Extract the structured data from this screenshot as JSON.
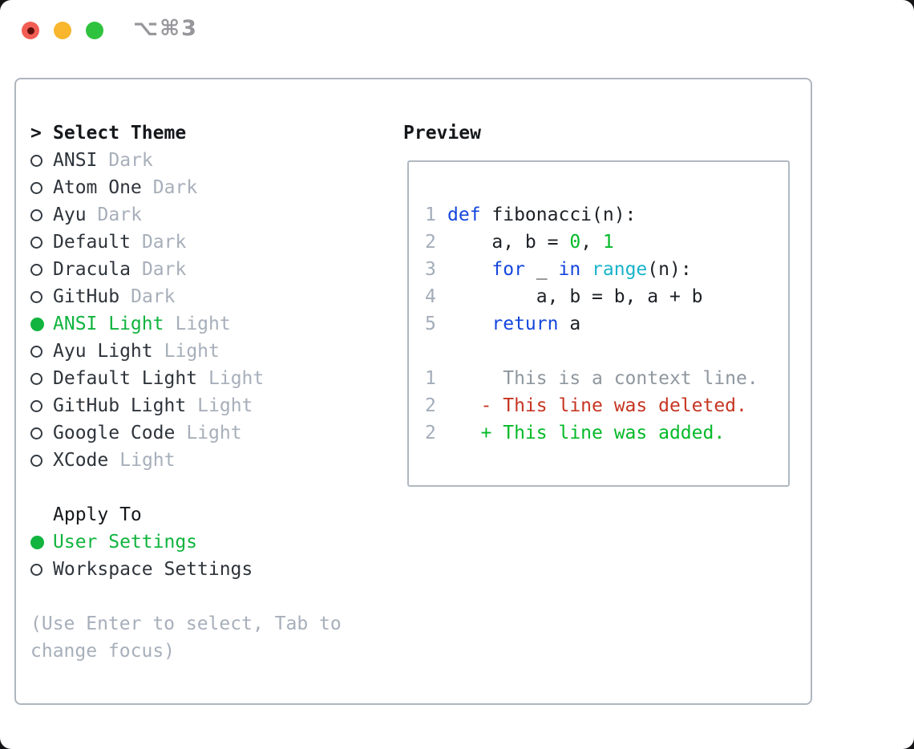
{
  "window": {
    "titlebar_shortcut": "⌥⌘3",
    "traffic_lights": [
      {
        "name": "close",
        "color": "#f25d53"
      },
      {
        "name": "minimize",
        "color": "#f8b62d"
      },
      {
        "name": "zoom",
        "color": "#2fc23e"
      }
    ]
  },
  "panel": {
    "title_prefix": ">",
    "title": "Select Theme",
    "themes": [
      {
        "name": "ANSI",
        "variant": "Dark",
        "selected": false
      },
      {
        "name": "Atom One",
        "variant": "Dark",
        "selected": false
      },
      {
        "name": "Ayu",
        "variant": "Dark",
        "selected": false
      },
      {
        "name": "Default",
        "variant": "Dark",
        "selected": false
      },
      {
        "name": "Dracula",
        "variant": "Dark",
        "selected": false
      },
      {
        "name": "GitHub",
        "variant": "Dark",
        "selected": false
      },
      {
        "name": "ANSI Light",
        "variant": "Light",
        "selected": true
      },
      {
        "name": "Ayu Light",
        "variant": "Light",
        "selected": false
      },
      {
        "name": "Default Light",
        "variant": "Light",
        "selected": false
      },
      {
        "name": "GitHub Light",
        "variant": "Light",
        "selected": false
      },
      {
        "name": "Google Code",
        "variant": "Light",
        "selected": false
      },
      {
        "name": "XCode",
        "variant": "Light",
        "selected": false
      }
    ],
    "apply_to": {
      "title": "Apply To",
      "options": [
        {
          "label": "User Settings",
          "selected": true
        },
        {
          "label": "Workspace Settings",
          "selected": false
        }
      ]
    },
    "hint_lines": [
      "(Use Enter to select, Tab to",
      "change focus)"
    ]
  },
  "preview": {
    "title": "Preview",
    "lines": [
      {
        "num": "1",
        "tokens": [
          {
            "t": "def",
            "c": "kw"
          },
          {
            "t": " fibonacci(n):",
            "c": "txt"
          }
        ]
      },
      {
        "num": "2",
        "tokens": [
          {
            "t": "    a, b = ",
            "c": "txt"
          },
          {
            "t": "0",
            "c": "num"
          },
          {
            "t": ", ",
            "c": "txt"
          },
          {
            "t": "1",
            "c": "num"
          }
        ]
      },
      {
        "num": "3",
        "tokens": [
          {
            "t": "    ",
            "c": "txt"
          },
          {
            "t": "for",
            "c": "kw"
          },
          {
            "t": " _ ",
            "c": "txt"
          },
          {
            "t": "in",
            "c": "kw"
          },
          {
            "t": " ",
            "c": "txt"
          },
          {
            "t": "range",
            "c": "fn"
          },
          {
            "t": "(n):",
            "c": "txt"
          }
        ]
      },
      {
        "num": "4",
        "tokens": [
          {
            "t": "        a, b = b, a + b",
            "c": "txt"
          }
        ]
      },
      {
        "num": "5",
        "tokens": [
          {
            "t": "    ",
            "c": "txt"
          },
          {
            "t": "return",
            "c": "kw"
          },
          {
            "t": " a",
            "c": "txt"
          }
        ]
      },
      {
        "num": "",
        "tokens": []
      },
      {
        "num": "1",
        "tokens": [
          {
            "t": "     This is a context line.",
            "c": "ctx"
          }
        ]
      },
      {
        "num": "2",
        "tokens": [
          {
            "t": "   - This line was deleted.",
            "c": "del"
          }
        ]
      },
      {
        "num": "2",
        "tokens": [
          {
            "t": "   + This line was added.",
            "c": "add"
          }
        ]
      }
    ]
  },
  "colors": {
    "accent_green": "#10b43e",
    "keyword_blue": "#1446dd",
    "function_cyan": "#18b3cb",
    "number_green": "#04ba28",
    "deleted_red": "#c63522",
    "added_green": "#04ba28",
    "muted_gray": "#a7afba",
    "context_gray": "#8f979f",
    "line_number_gray": "#a3adb9",
    "border_gray": "#aeb6bf",
    "heading_black": "#15181b"
  }
}
